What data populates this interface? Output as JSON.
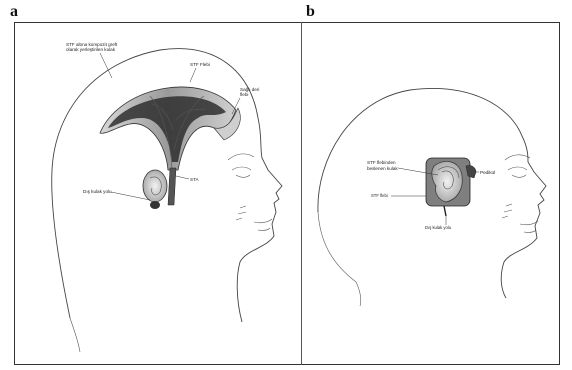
{
  "panels": {
    "a": {
      "letter": "a",
      "labels": {
        "stf_composite_graft": [
          "STF altına kompozit greft",
          "olarak yerleştirilen kulak"
        ],
        "stf_flap": "STF Flebi",
        "healthy_skin_flap": [
          "Sağlı deri",
          "flebi"
        ],
        "sta": "STA",
        "external_ear_canal": "Dış kulak yolu"
      }
    },
    "b": {
      "letter": "b",
      "labels": {
        "ear_fed_by_stf": [
          "STF flebinden",
          "beslenen kulak"
        ],
        "pedicle": "Pedikül",
        "stf_flap": "STF flebi",
        "external_ear_canal": "Dış kulak yolu"
      }
    }
  },
  "colors": {
    "line": "#444444",
    "flap_dark": "#2a2a2a",
    "flap_gray": "#8a8a8a",
    "background": "#ffffff"
  }
}
